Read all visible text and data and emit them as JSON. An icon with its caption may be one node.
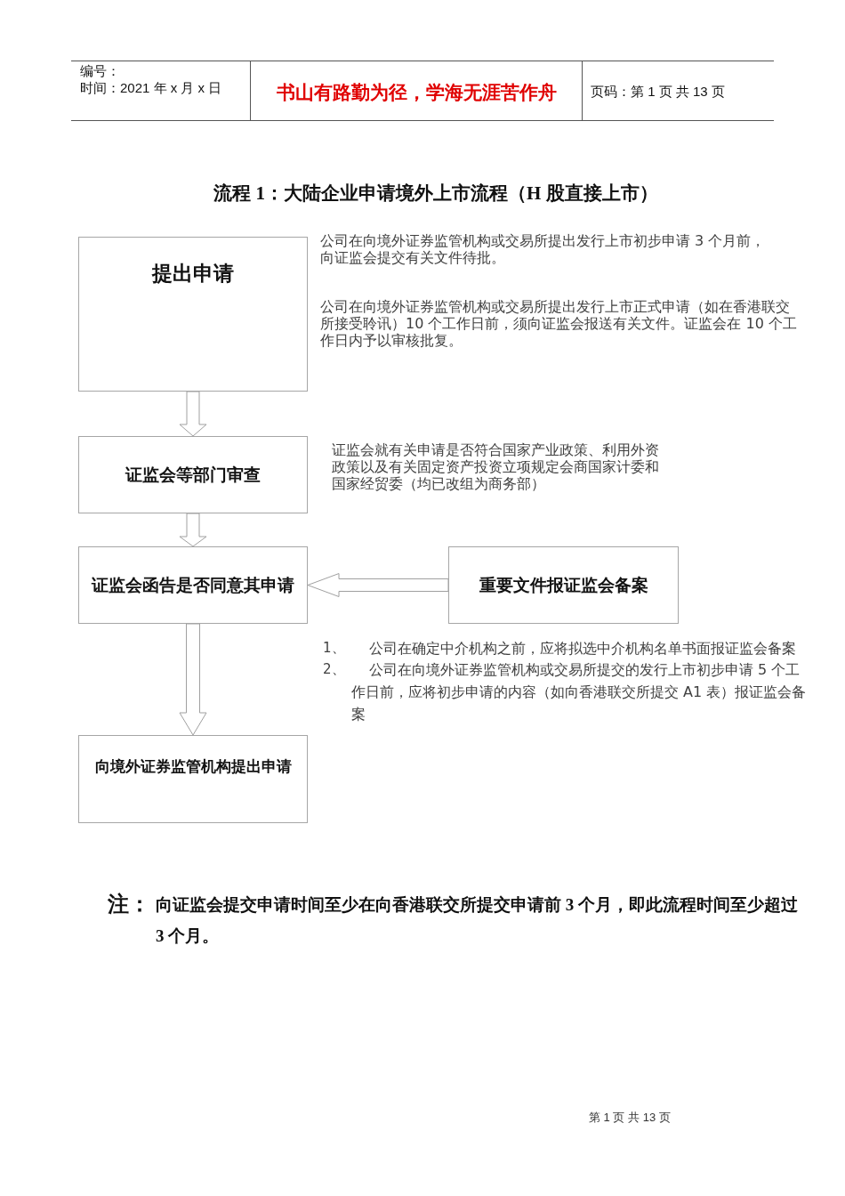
{
  "diagram": {
    "title": "流程 1：大陆企业申请境外上市流程（H 股直接上市）",
    "nodes": [
      {
        "text": [
          "提出申请"
        ],
        "beside": [
          "公司在向境外证券监管机构或交易所提出发行上市初步申请 3 个月前，向证监会提交有关文件待批。",
          "公司在向境外证券监管机构或交易所提出发行上市正式申请（如在香港联交所接受聆讯）10 个工作日前，须向证监会报送有关文件。证监会在 10 个工作日内予以审核批复。"
        ]
      },
      {
        "text": [
          "证监会等部门审查"
        ],
        "beside": [
          "证监会就有关申请是否符合国家产业政策、利用外资政策以及有关固定资产投资立项规定会商国家计委和国家经贸委（均已改组为商务部）"
        ]
      },
      {
        "text": [
          "证监会函告是否同意其申请"
        ]
      },
      {
        "text": [
          "重要文件报证监会备案"
        ]
      },
      {
        "text": [
          "向境外证券监管机构提出申请"
        ]
      }
    ],
    "edges": [
      {
        "from": 0,
        "to": 1,
        "arrow": "to"
      },
      {
        "from": 1,
        "to": 2,
        "arrow": "to"
      },
      {
        "from": 3,
        "to": 2,
        "arrow": "to"
      },
      {
        "from": 2,
        "to": 4,
        "arrow": "to"
      }
    ],
    "labels": [
      "编号：",
      "时间：2021 年 x 月 x 日",
      "书山有路勤为径，学海无涯苦作舟",
      "页码：第 1 页 共 13 页",
      "1、",
      "公司在确定中介机构之前，应将拟选中介机构名单书面报证监会备案",
      "2、",
      "公司在向境外证券监管机构或交易所提交的发行上市初步申请 5 个工作日前，应将初步申请的内容（如向香港联交所提交 A1 表）报证监会备案",
      "注：",
      "向证监会提交申请时间至少在向香港联交所提交申请前 3 个月，即此流程时间至少超过 3 个月。",
      "第 1 页 共 13 页"
    ]
  }
}
